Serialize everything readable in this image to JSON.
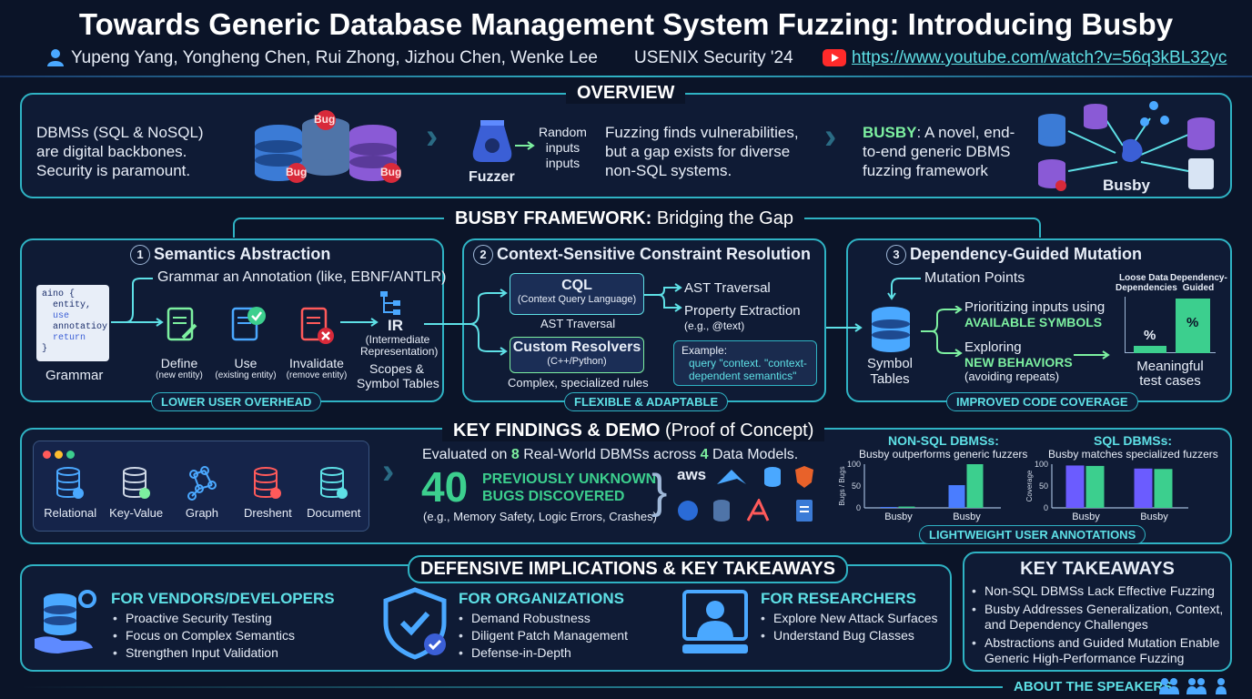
{
  "header": {
    "title": "Towards Generic Database Management System Fuzzing: Introducing Busby",
    "authors": "Yupeng Yang, Yongheng Chen, Rui Zhong, Jizhou Chen, Wenke Lee",
    "venue": "USENIX Security '24",
    "video_url": "https://www.youtube.com/watch?v=56q3kBL32yc"
  },
  "overview": {
    "title": "OVERVIEW",
    "dbms_text_1": "DBMSs (SQL & NoSQL)",
    "dbms_text_2": "are digital backbones.",
    "dbms_text_3": "Security is paramount.",
    "bug_label": "Bug",
    "fuzzer_label": "Fuzzer",
    "random_inputs_1": "Random",
    "random_inputs_2": "inputs",
    "random_inputs_3": "inputs",
    "gap_text_1": "Fuzzing finds vulnerabilities,",
    "gap_text_2": "but a gap exists for diverse",
    "gap_text_3": "non-SQL systems.",
    "busby_name": "BUSBY",
    "busby_text_1": ": A novel, end-",
    "busby_text_2": "to-end generic DBMS",
    "busby_text_3": "fuzzing framework",
    "busby_label": "Busby"
  },
  "framework": {
    "title_bold": "BUSBY FRAMEWORK:",
    "title_rest": " Bridging the Gap",
    "s1": {
      "num": "1",
      "title": "Semantics Abstraction",
      "grammar_note": "Grammar an Annotation (like, EBNF/ANTLR)",
      "code": [
        "aino {",
        "  entity,",
        "  use",
        "  annotatioy",
        "  return",
        "}"
      ],
      "grammar_label": "Grammar",
      "define": "Define",
      "define_sub": "(new entity)",
      "use": "Use",
      "use_sub": "(existing entity)",
      "invalidate": "Invalidate",
      "invalidate_sub": "(remove entity)",
      "ir": "IR",
      "ir_sub_1": "(Intermediate",
      "ir_sub_2": "Representation)",
      "scopes_1": "Scopes &",
      "scopes_2": "Symbol Tables",
      "tag": "LOWER USER OVERHEAD"
    },
    "s2": {
      "num": "2",
      "title": "Context-Sensitive Constraint Resolution",
      "cql": "CQL",
      "cql_sub": "(Context Query Language)",
      "ast_traversal_below": "AST Traversal",
      "ast_traversal": "AST Traversal",
      "prop_extract": "Property Extraction",
      "prop_extract_sub": "(e.g., @text)",
      "custom": "Custom Resolvers",
      "custom_sub": "(C++/Python)",
      "complex": "Complex, specialized rules",
      "example_label": "Example:",
      "example_1": "query \"context. \"context-",
      "example_2": "dependent semantics\"",
      "tag": "FLEXIBLE & ADAPTABLE"
    },
    "s3": {
      "num": "3",
      "title": "Dependency-Guided Mutation",
      "mutation_points": "Mutation Points",
      "symbol_1": "Symbol",
      "symbol_2": "Tables",
      "prio_1": "Prioritizing inputs using",
      "prio_2": "AVAILABLE SYMBOLS",
      "explore_1": "Exploring",
      "explore_2": "NEW BEHAVIORS",
      "explore_3": "(avoiding repeats)",
      "bar_label_1a": "Loose Data",
      "bar_label_1b": "Dependencies",
      "bar_label_2a": "Dependency-",
      "bar_label_2b": "Guided",
      "bar_pct": "%",
      "meaningful_1": "Meaningful",
      "meaningful_2": "test cases",
      "tag": "IMPROVED CODE COVERAGE"
    }
  },
  "findings": {
    "title_bold": "KEY FINDINGS & DEMO",
    "title_rest": " (Proof of Concept)",
    "models": [
      {
        "label": "Relational",
        "color": "#4aa8ff"
      },
      {
        "label": "Key-Value",
        "color": "#7df0a0"
      },
      {
        "label": "Graph",
        "color": "#4aa8ff"
      },
      {
        "label": "Dreshent",
        "color": "#ff5a5a"
      },
      {
        "label": "Document",
        "color": "#5ee0e6"
      }
    ],
    "eval_pre": "Evaluated on ",
    "eval_n1": "8",
    "eval_mid": " Real-World DBMSs across ",
    "eval_n2": "4",
    "eval_post": " Data Models.",
    "big_number": "40",
    "unknown_1": "PREVIOUSLY UNKNOWN",
    "unknown_2": "BUGS DISCOVERED",
    "examples": "(e.g., Memory Safety, Logic Errors, Crashes)",
    "aws": "aws",
    "tag": "LIGHTWEIGHT USER ANNOTATIONS"
  },
  "chart_data": [
    {
      "type": "bar",
      "title": "NON-SQL DBMSs:",
      "subtitle": "Busby outperforms generic fuzzers",
      "ylabel": "Bugs / Bugs",
      "categories": [
        "Busby",
        "Busby"
      ],
      "series": [
        {
          "values": [
            2,
            52
          ],
          "color": "#4a7dff"
        },
        {
          "values": [
            3,
            100
          ],
          "color": "#3ccf8e"
        }
      ],
      "ylim": [
        0,
        100
      ],
      "yticks": [
        "100",
        "50",
        "0"
      ]
    },
    {
      "type": "bar",
      "title": "SQL DBMSs:",
      "subtitle": "Busby matches specialized fuzzers",
      "ylabel": "Coverage",
      "categories": [
        "Busby",
        "Busby"
      ],
      "series": [
        {
          "values": [
            97,
            90
          ],
          "color": "#6b5cff"
        },
        {
          "values": [
            96,
            89
          ],
          "color": "#3ccf8e"
        }
      ],
      "ylim": [
        0,
        100
      ],
      "yticks": [
        "100",
        "50",
        "0"
      ]
    }
  ],
  "implications": {
    "title": "DEFENSIVE IMPLICATIONS & KEY TAKEAWAYS",
    "vendors": {
      "title": "FOR VENDORS/DEVELOPERS",
      "items": [
        "Proactive Security Testing",
        "Focus on Complex Semantics",
        "Strengthen Input Validation"
      ]
    },
    "orgs": {
      "title": "FOR ORGANIZATIONS",
      "items": [
        "Demand Robustness",
        "Diligent Patch Management",
        "Defense-in-Depth"
      ]
    },
    "researchers": {
      "title": "FOR RESEARCHERS",
      "items": [
        "Explore New Attack Surfaces",
        "Understand Bug Classes"
      ]
    }
  },
  "takeaways": {
    "title": "KEY TAKEAWAYS",
    "items": [
      "Non-SQL DBMSs Lack Effective Fuzzing",
      "Busby Addresses Generalization, Context, and Dependency Challenges",
      "Abstractions and Guided Mutation Enable Generic High-Performance Fuzzing"
    ]
  },
  "footer": {
    "about": "ABOUT THE SPEAKERS"
  },
  "colors": {
    "accent": "#2fb3c4",
    "cyan": "#5ee0e6",
    "green": "#7df0a0",
    "bg": "#0b1428"
  }
}
